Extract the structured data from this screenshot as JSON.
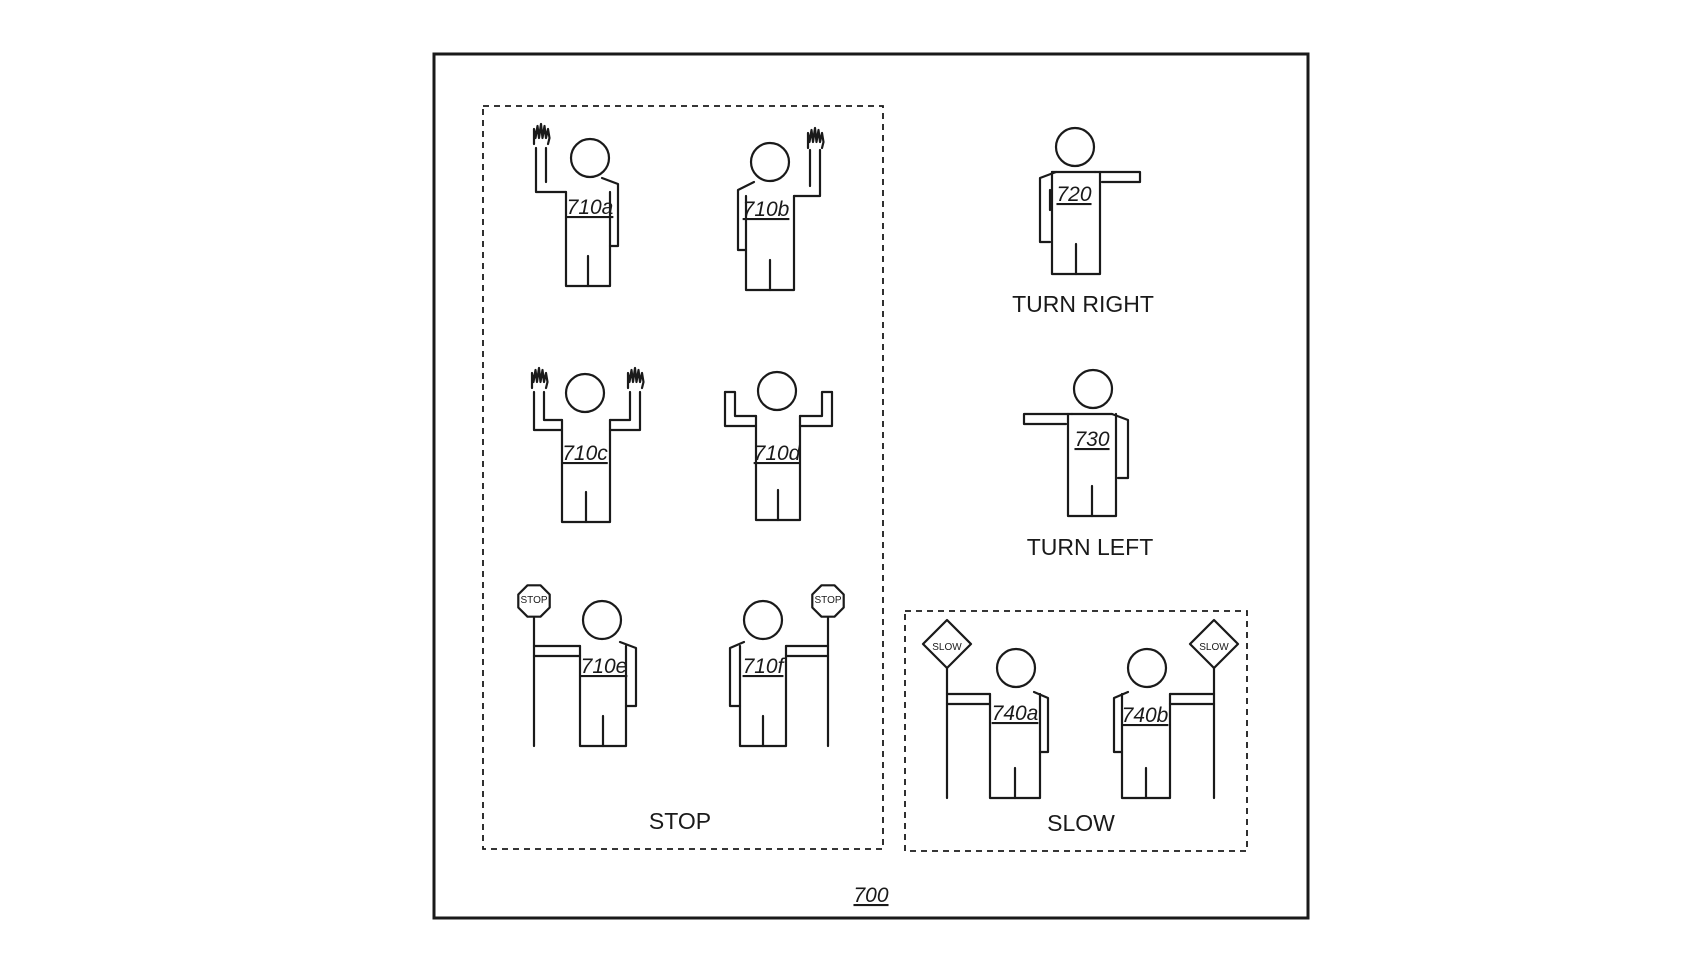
{
  "figure": {
    "number": "700",
    "groups": [
      {
        "id": "stop",
        "caption": "STOP",
        "boxed": true
      },
      {
        "id": "turn-right",
        "caption": "TURN RIGHT",
        "boxed": false
      },
      {
        "id": "turn-left",
        "caption": "TURN LEFT",
        "boxed": false
      },
      {
        "id": "slow",
        "caption": "SLOW",
        "boxed": true
      }
    ],
    "figures": [
      {
        "id": "710a",
        "group": "stop",
        "gesture": "right hand raised"
      },
      {
        "id": "710b",
        "group": "stop",
        "gesture": "left hand raised"
      },
      {
        "id": "710c",
        "group": "stop",
        "gesture": "both hands raised"
      },
      {
        "id": "710d",
        "group": "stop",
        "gesture": "both arms raised, palms closed"
      },
      {
        "id": "710e",
        "group": "stop",
        "gesture": "holding stop sign to the left",
        "sign": "STOP"
      },
      {
        "id": "710f",
        "group": "stop",
        "gesture": "holding stop sign to the right",
        "sign": "STOP"
      },
      {
        "id": "720",
        "group": "turn-right",
        "gesture": "arm extended to the right"
      },
      {
        "id": "730",
        "group": "turn-left",
        "gesture": "arm extended to the left"
      },
      {
        "id": "740a",
        "group": "slow",
        "gesture": "holding slow sign to the left",
        "sign": "SLOW"
      },
      {
        "id": "740b",
        "group": "slow",
        "gesture": "holding slow sign to the right",
        "sign": "SLOW"
      }
    ]
  },
  "colors": {
    "ink": "#1a1a1a",
    "background": "#ffffff"
  }
}
